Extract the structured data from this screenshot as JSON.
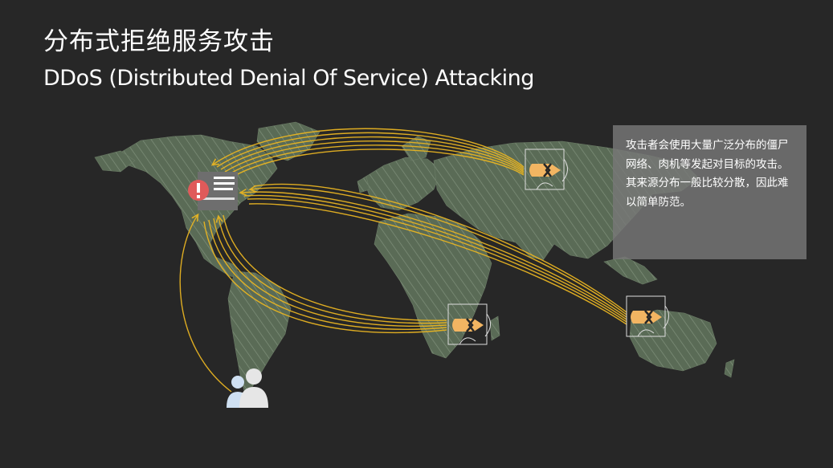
{
  "title": {
    "cn": "分布式拒绝服务攻击",
    "en": "DDoS (Distributed Denial Of Service)  Attacking"
  },
  "info_box": {
    "paragraph1": "攻击者会使用大量广泛分布的僵尸网络、肉机等发起对目标的攻击。",
    "paragraph2": "其来源分布一般比较分散，因此难以简单防范。"
  },
  "colors": {
    "background": "#272727",
    "land": "#5a6b56",
    "attack_arrow": "#e8b422",
    "bot_fill": "#f2b562",
    "alert": "#e05a5a"
  },
  "icons": {
    "target": "server-icon",
    "alert": "alert-icon",
    "bot": "bot-icon",
    "attacker": "users-icon"
  }
}
